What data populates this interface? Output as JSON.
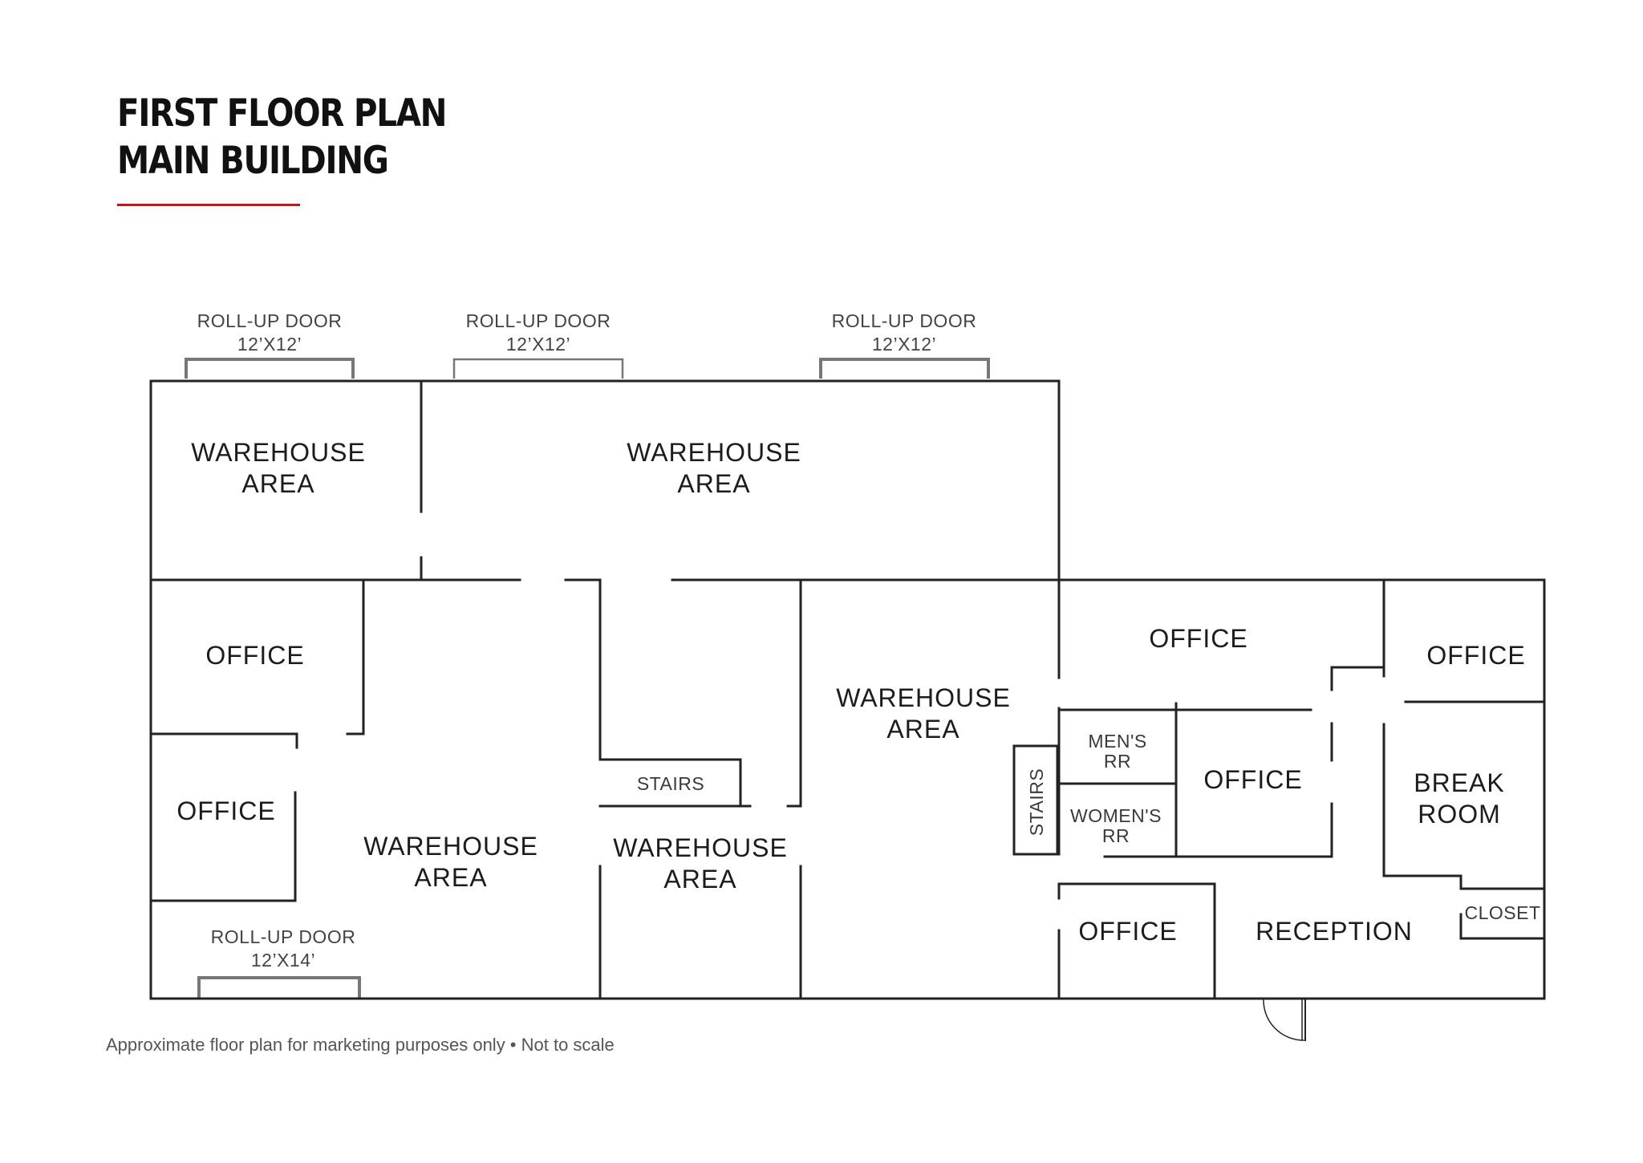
{
  "header": {
    "title_line1": "FIRST FLOOR PLAN",
    "title_line2": "MAIN BUILDING",
    "accent_color": "#c0161c"
  },
  "footer": {
    "note": "Approximate floor plan for marketing purposes only • Not to scale"
  },
  "plan": {
    "roll_up_doors": [
      {
        "label": "ROLL-UP DOOR",
        "size": "12’X12’"
      },
      {
        "label": "ROLL-UP DOOR",
        "size": "12’X12’"
      },
      {
        "label": "ROLL-UP DOOR",
        "size": "12’X12’"
      },
      {
        "label": "ROLL-UP DOOR",
        "size": "12’X14’"
      }
    ],
    "rooms": {
      "warehouse_nw": [
        "WAREHOUSE",
        "AREA"
      ],
      "warehouse_n": [
        "WAREHOUSE",
        "AREA"
      ],
      "warehouse_sw": [
        "WAREHOUSE",
        "AREA"
      ],
      "warehouse_s": [
        "WAREHOUSE",
        "AREA"
      ],
      "warehouse_c": [
        "WAREHOUSE",
        "AREA"
      ],
      "office_w1": "OFFICE",
      "office_w2": "OFFICE",
      "office_n": "OFFICE",
      "office_ne": "OFFICE",
      "office_c": "OFFICE",
      "office_s": "OFFICE",
      "stairs_1": "STAIRS",
      "stairs_2": "STAIRS",
      "mens_rr": [
        "MEN'S",
        "RR"
      ],
      "womens_rr": [
        "WOMEN'S",
        "RR"
      ],
      "break_room": [
        "BREAK",
        "ROOM"
      ],
      "reception": "RECEPTION",
      "closet": "CLOSET"
    }
  }
}
